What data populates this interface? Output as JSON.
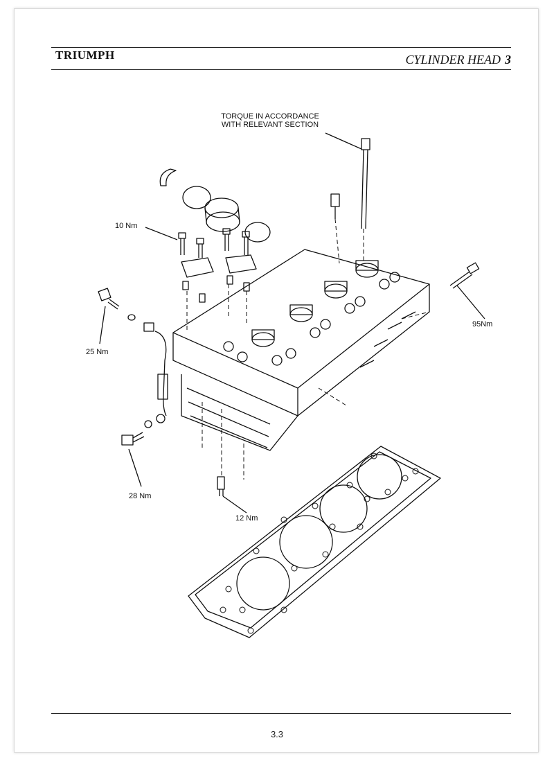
{
  "header": {
    "brand": "TRIUMPH",
    "section_title": "CYLINDER HEAD",
    "chapter_number": "3"
  },
  "diagram": {
    "torque_note_line1": "TORQUE IN ACCORDANCE",
    "torque_note_line2": "WITH RELEVANT SECTION",
    "callouts": {
      "c10nm": "10 Nm",
      "c25nm": "25 Nm",
      "c95nm": "95Nm",
      "c28nm": "28 Nm",
      "c12nm": "12 Nm"
    }
  },
  "footer": {
    "page_number": "3.3"
  }
}
